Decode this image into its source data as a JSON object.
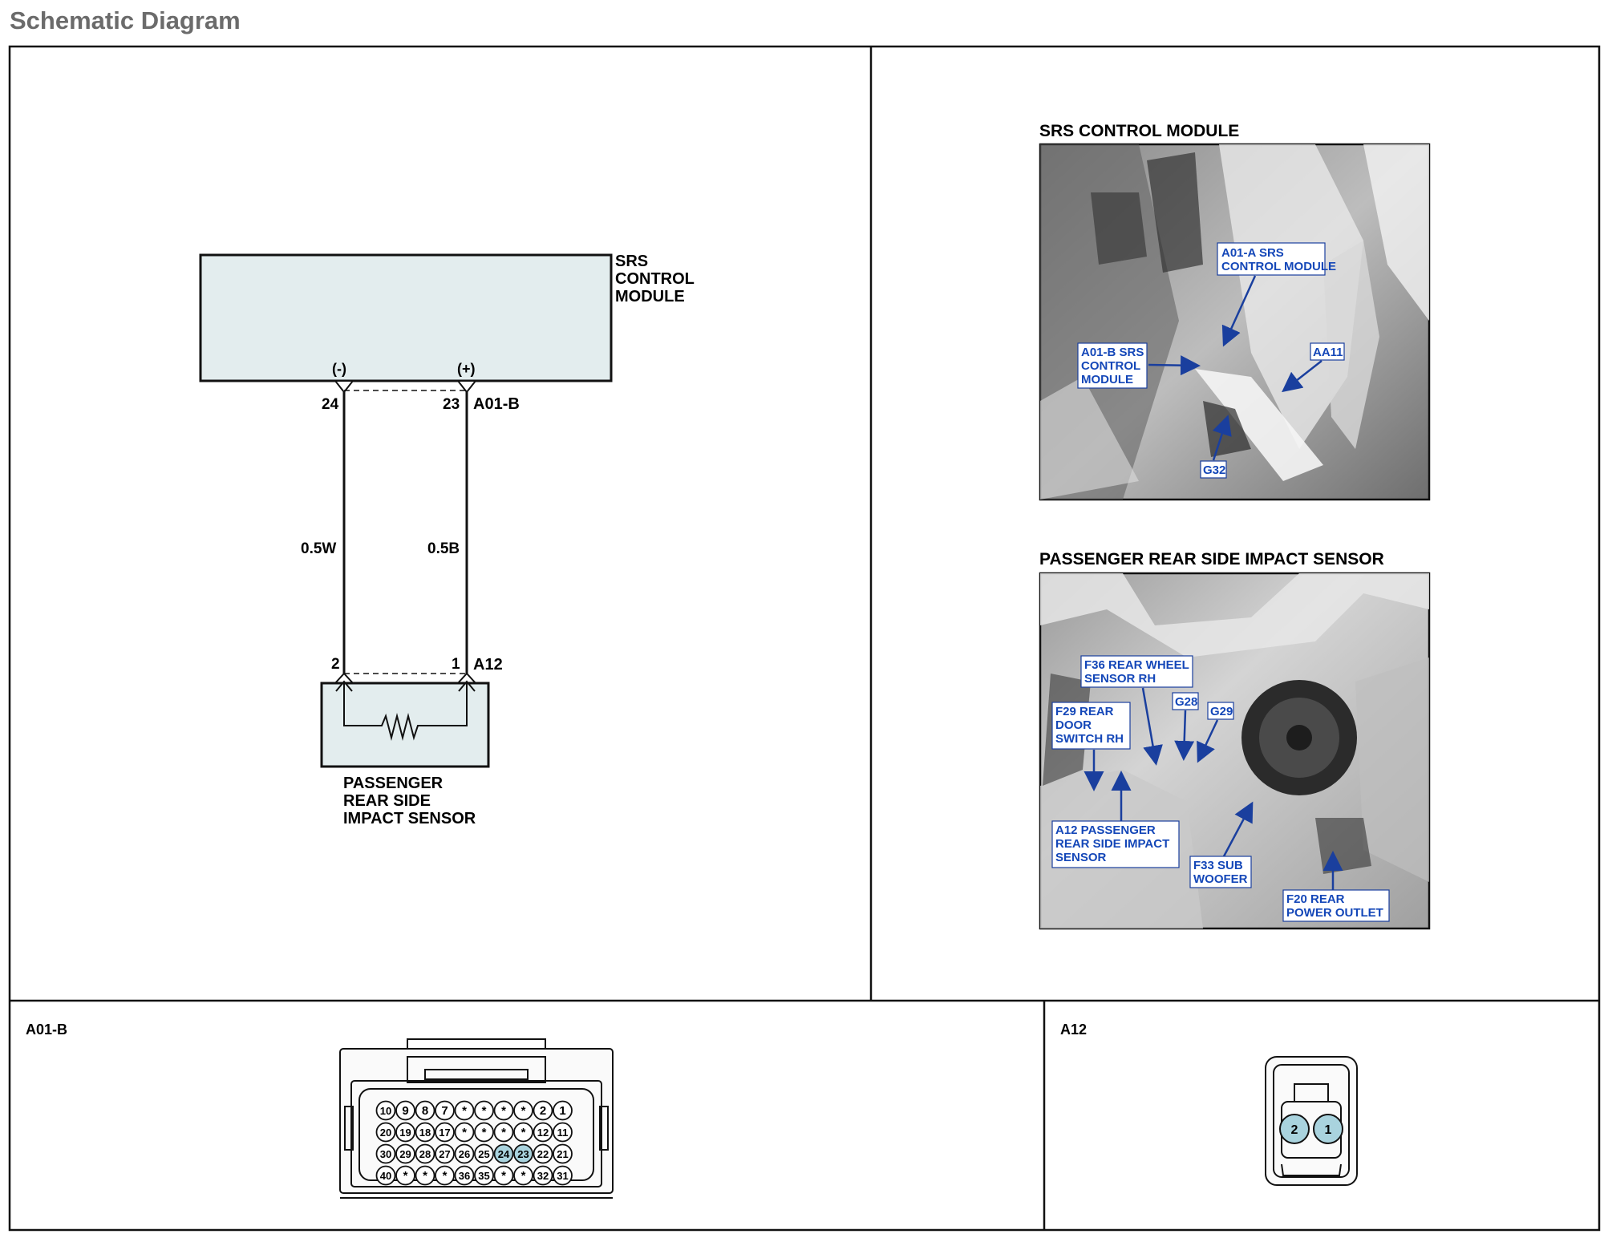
{
  "page_title": "Schematic Diagram",
  "module": {
    "name_lines": [
      "SRS",
      "CONTROL",
      "MODULE"
    ],
    "neg": "(-)",
    "pos": "(+)",
    "connector": "A01-B",
    "pin_neg": "24",
    "pin_pos": "23"
  },
  "wires": {
    "left": "0.5W",
    "right": "0.5B"
  },
  "sensor": {
    "connector": "A12",
    "pin_left": "2",
    "pin_right": "1",
    "name_lines": [
      "PASSENGER",
      "REAR SIDE",
      "IMPACT SENSOR"
    ]
  },
  "photo1": {
    "title": "SRS CONTROL MODULE",
    "callouts": {
      "a01a": [
        "A01-A SRS",
        "CONTROL MODULE"
      ],
      "a01b": [
        "A01-B SRS",
        "CONTROL",
        "MODULE"
      ],
      "aa11": [
        "AA11"
      ],
      "g32": [
        "G32"
      ]
    }
  },
  "photo2": {
    "title": "PASSENGER REAR SIDE IMPACT SENSOR",
    "callouts": {
      "f36": [
        "F36 REAR WHEEL",
        "SENSOR RH"
      ],
      "f29": [
        "F29 REAR",
        "DOOR",
        "SWITCH RH"
      ],
      "g28": [
        "G28"
      ],
      "g29": [
        "G29"
      ],
      "a12": [
        "A12 PASSENGER",
        "REAR SIDE IMPACT",
        "SENSOR"
      ],
      "f33": [
        "F33 SUB",
        "WOOFER"
      ],
      "f20": [
        "F20 REAR",
        "POWER OUTLET"
      ]
    }
  },
  "connector_a01b": {
    "label": "A01-B",
    "rows": [
      [
        "10",
        "9",
        "8",
        "7",
        "*",
        "*",
        "*",
        "*",
        "2",
        "1"
      ],
      [
        "20",
        "19",
        "18",
        "17",
        "*",
        "*",
        "*",
        "*",
        "12",
        "11"
      ],
      [
        "30",
        "29",
        "28",
        "27",
        "26",
        "25",
        "24",
        "23",
        "22",
        "21"
      ],
      [
        "40",
        "*",
        "*",
        "*",
        "36",
        "35",
        "*",
        "*",
        "32",
        "31"
      ]
    ],
    "highlight": [
      "24",
      "23"
    ]
  },
  "connector_a12": {
    "label": "A12",
    "pins": [
      "2",
      "1"
    ]
  },
  "colors": {
    "module_fill": "#e3edee",
    "pin_highlight": "#a9d3de",
    "callout_text": "#1447b8",
    "arrow": "#1a3f9e"
  }
}
